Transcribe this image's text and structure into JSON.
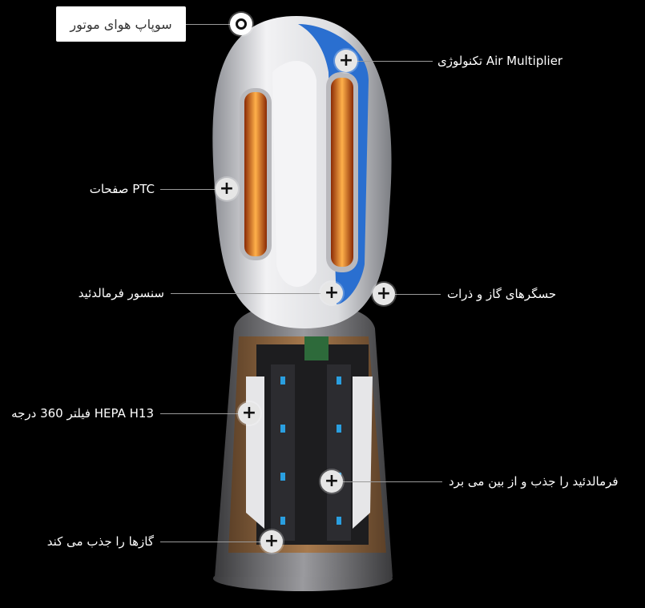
{
  "hotspots": {
    "motor_valve": "سوپاپ هوای موتور",
    "air_multiplier": "Air Multiplier تکنولوژی",
    "ptc": "PTC صفحات",
    "formaldehyde_sensor": "سنسور فرمالدئید",
    "gas_particle_sensors": "حسگرهای گاز و ذرات",
    "hepa_filter": "HEPA H13 فیلتر 360 درجه",
    "formaldehyde_destroy": "فرمالدئید را جذب و از بین می برد",
    "gases_absorb": "گازها را جذب می کند"
  },
  "icons": {
    "open": "ring-icon",
    "closed": "plus-icon",
    "plus": "+"
  },
  "colors": {
    "background": "#000000",
    "copper": "#9c7147",
    "blue": "#2a6fd0",
    "heater": "#f07a1a"
  }
}
